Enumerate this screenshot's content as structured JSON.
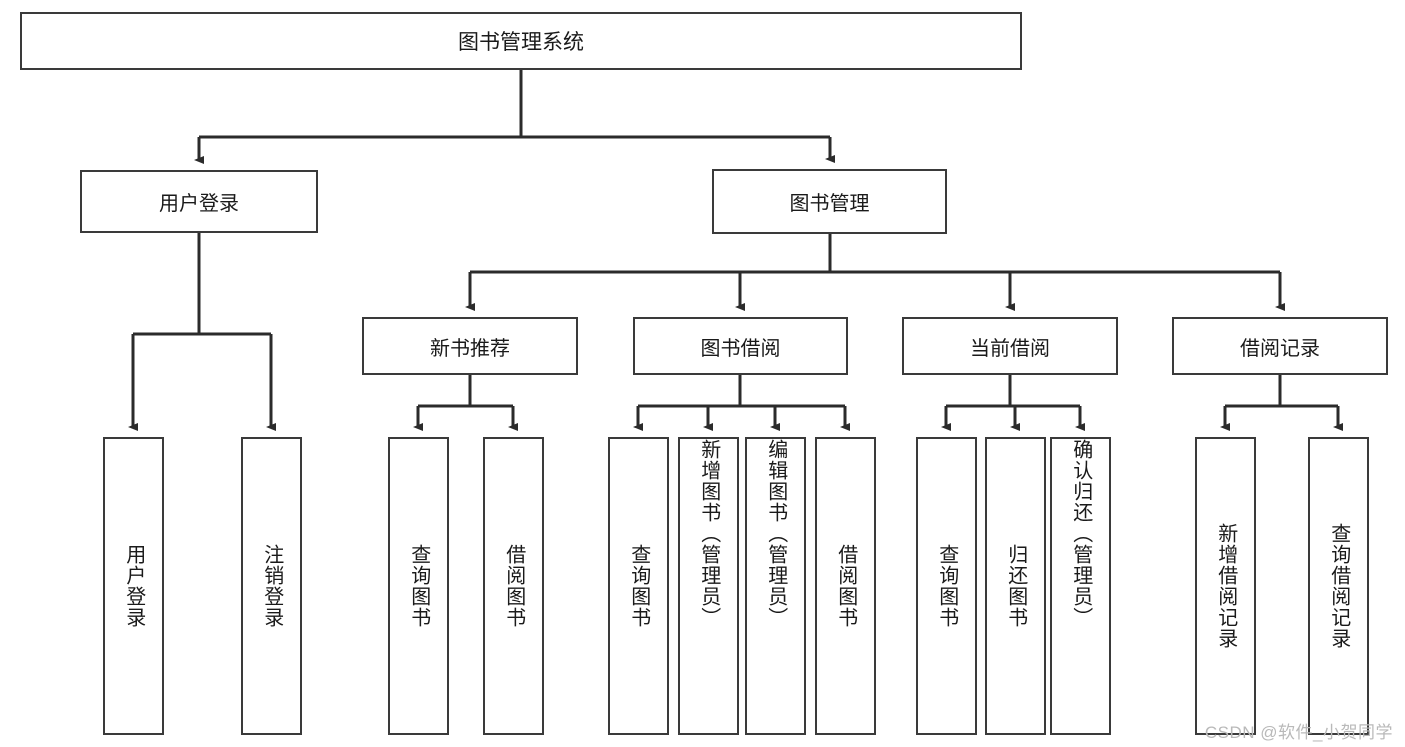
{
  "diagram": {
    "type": "tree",
    "title": "图书管理系统",
    "watermark": "CSDN @软件_小贺同学",
    "colors": {
      "background": "#ffffff",
      "node_border": "#3a3a3a",
      "node_fill": "#ffffff",
      "edge": "#2b2b2b",
      "text": "#1a1a1a",
      "watermark": "#b9b9b9"
    },
    "root": {
      "label": "图书管理系统"
    },
    "level2": [
      {
        "label": "用户登录"
      },
      {
        "label": "图书管理"
      }
    ],
    "level3": [
      {
        "label": "新书推荐"
      },
      {
        "label": "图书借阅"
      },
      {
        "label": "当前借阅"
      },
      {
        "label": "借阅记录"
      }
    ],
    "leaves": {
      "user_login": [
        {
          "label": "用户登录"
        },
        {
          "label": "注销登录"
        }
      ],
      "new_book_recommend": [
        {
          "label": "查询图书"
        },
        {
          "label": "借阅图书"
        }
      ],
      "book_borrow": [
        {
          "label": "查询图书"
        },
        {
          "label": "新增图书（管理员）"
        },
        {
          "label": "编辑图书（管理员）"
        },
        {
          "label": "借阅图书"
        }
      ],
      "current_borrow": [
        {
          "label": "查询图书"
        },
        {
          "label": "归还图书"
        },
        {
          "label": "确认归还（管理员）"
        }
      ],
      "borrow_record": [
        {
          "label": "新增借阅记录"
        },
        {
          "label": "查询借阅记录"
        }
      ]
    }
  }
}
